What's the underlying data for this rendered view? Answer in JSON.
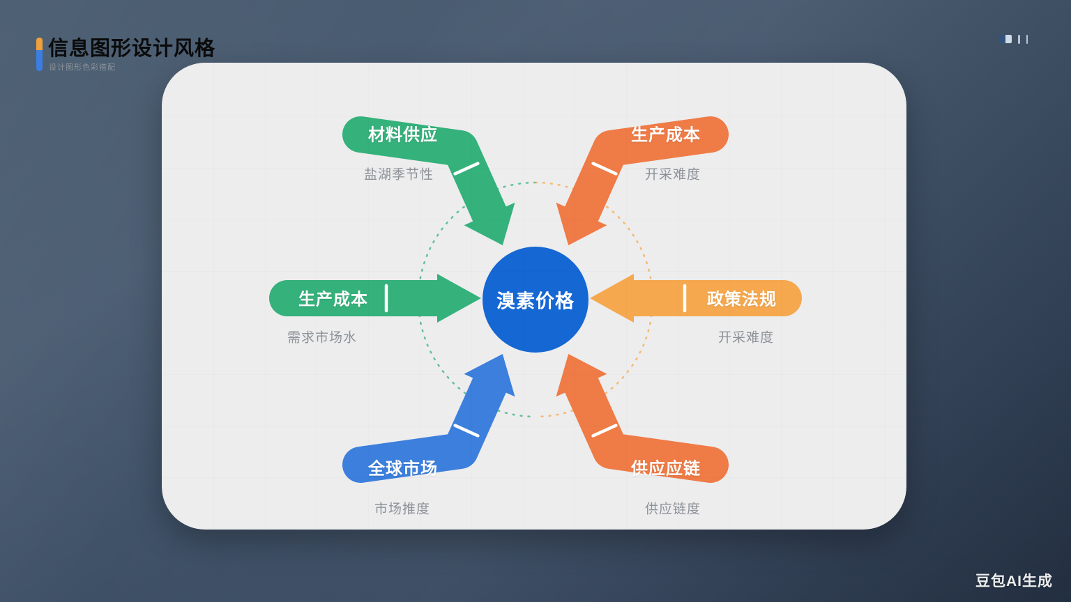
{
  "header": {
    "title": "信息图形设计风格",
    "subtitle": "设计图形色彩搭配",
    "accent_top_color": "#f0a03c",
    "accent_bottom_color": "#3b7de0"
  },
  "watermark": "豆包AI生成",
  "colors": {
    "green": "#35b17b",
    "orange": "#ef7b46",
    "amber": "#f5a84e",
    "blue": "#3c7fdd",
    "center_blue": "#1567d3",
    "card_bg": "#ededee",
    "note_gray": "#8d9298",
    "background_dark": "#33435a"
  },
  "diagram": {
    "center": {
      "label": "溴素价格"
    },
    "factors": [
      {
        "id": "top-left",
        "label": "材料供应",
        "note": "盐湖季节性",
        "color": "#35b17b"
      },
      {
        "id": "top-right",
        "label": "生产成本",
        "note": "开采难度",
        "color": "#ef7b46"
      },
      {
        "id": "mid-left",
        "label": "生产成本",
        "note": "需求市场水",
        "color": "#35b17b"
      },
      {
        "id": "mid-right",
        "label": "政策法规",
        "note": "开采难度",
        "color": "#f5a84e"
      },
      {
        "id": "bottom-left",
        "label": "全球市场",
        "note": "市场推度",
        "color": "#3c7fdd"
      },
      {
        "id": "bottom-right",
        "label": "供应应链",
        "note": "供应链度",
        "color": "#ef7b46"
      }
    ]
  }
}
